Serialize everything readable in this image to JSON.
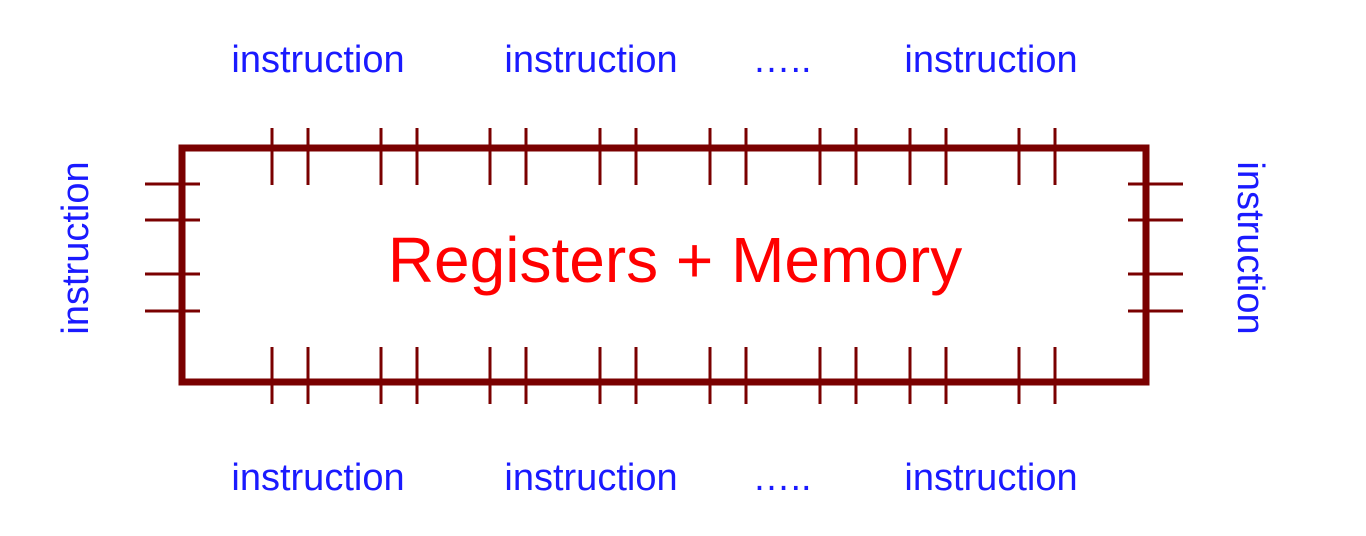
{
  "diagram": {
    "center_label": "Registers + Memory",
    "top_labels": [
      "instruction",
      "instruction",
      "…..",
      "instruction"
    ],
    "bottom_labels": [
      "instruction",
      "instruction",
      "…..",
      "instruction"
    ],
    "left_label": "instruction",
    "right_label": "instruction"
  },
  "colors": {
    "box_stroke": "#7a0000",
    "center_text": "#ff0000",
    "label_text": "#1a1aff",
    "background": "#ffffff"
  }
}
